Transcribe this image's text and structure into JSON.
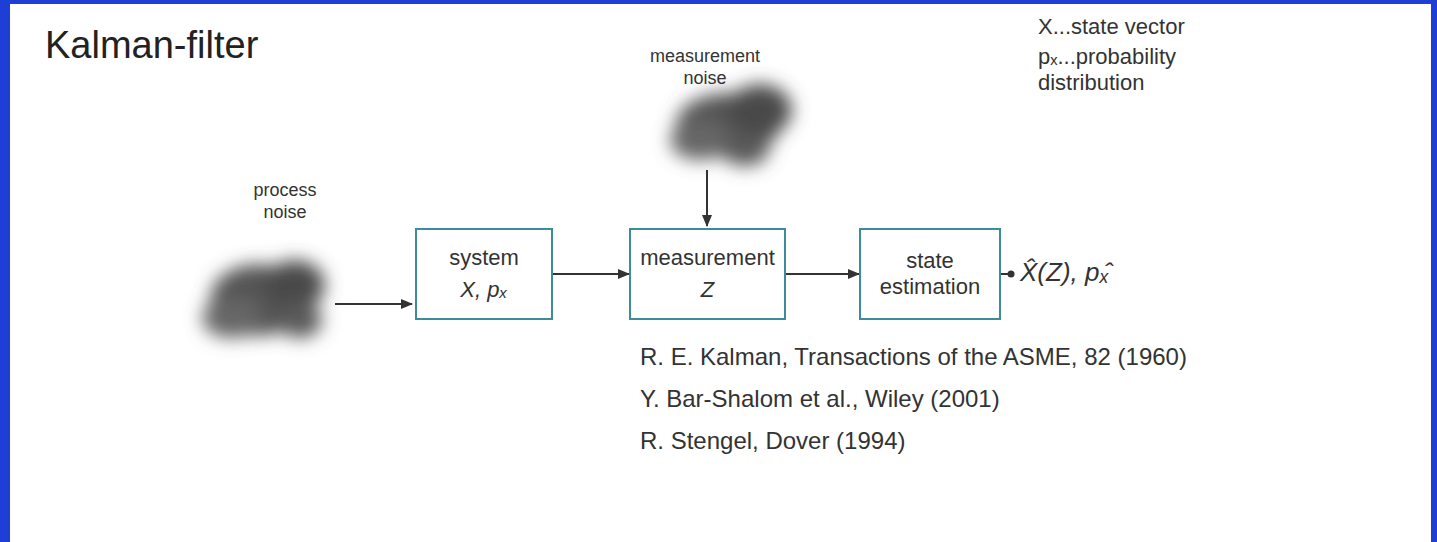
{
  "diagram": {
    "title": "Kalman-filter",
    "nodes": [
      {
        "text": [
          "system",
          "X, pₓ"
        ]
      },
      {
        "text": [
          "measurement",
          "Z"
        ]
      },
      {
        "text": [
          "state estimation"
        ]
      }
    ],
    "edges": [
      {
        "from": 0,
        "to": 1,
        "arrow": "to"
      },
      {
        "from": 1,
        "to": 2,
        "arrow": "to"
      }
    ],
    "labels": [
      "process noise",
      "measurement noise",
      "X...state vector",
      "pₓ...probability distribution",
      "X̂(Z), pₓ̂",
      "R. E. Kalman, Transactions of the ASME, 82 (1960)",
      "Y. Bar-Shalom et al., Wiley (2001)",
      "R. Stengel, Dover (1994)"
    ]
  }
}
